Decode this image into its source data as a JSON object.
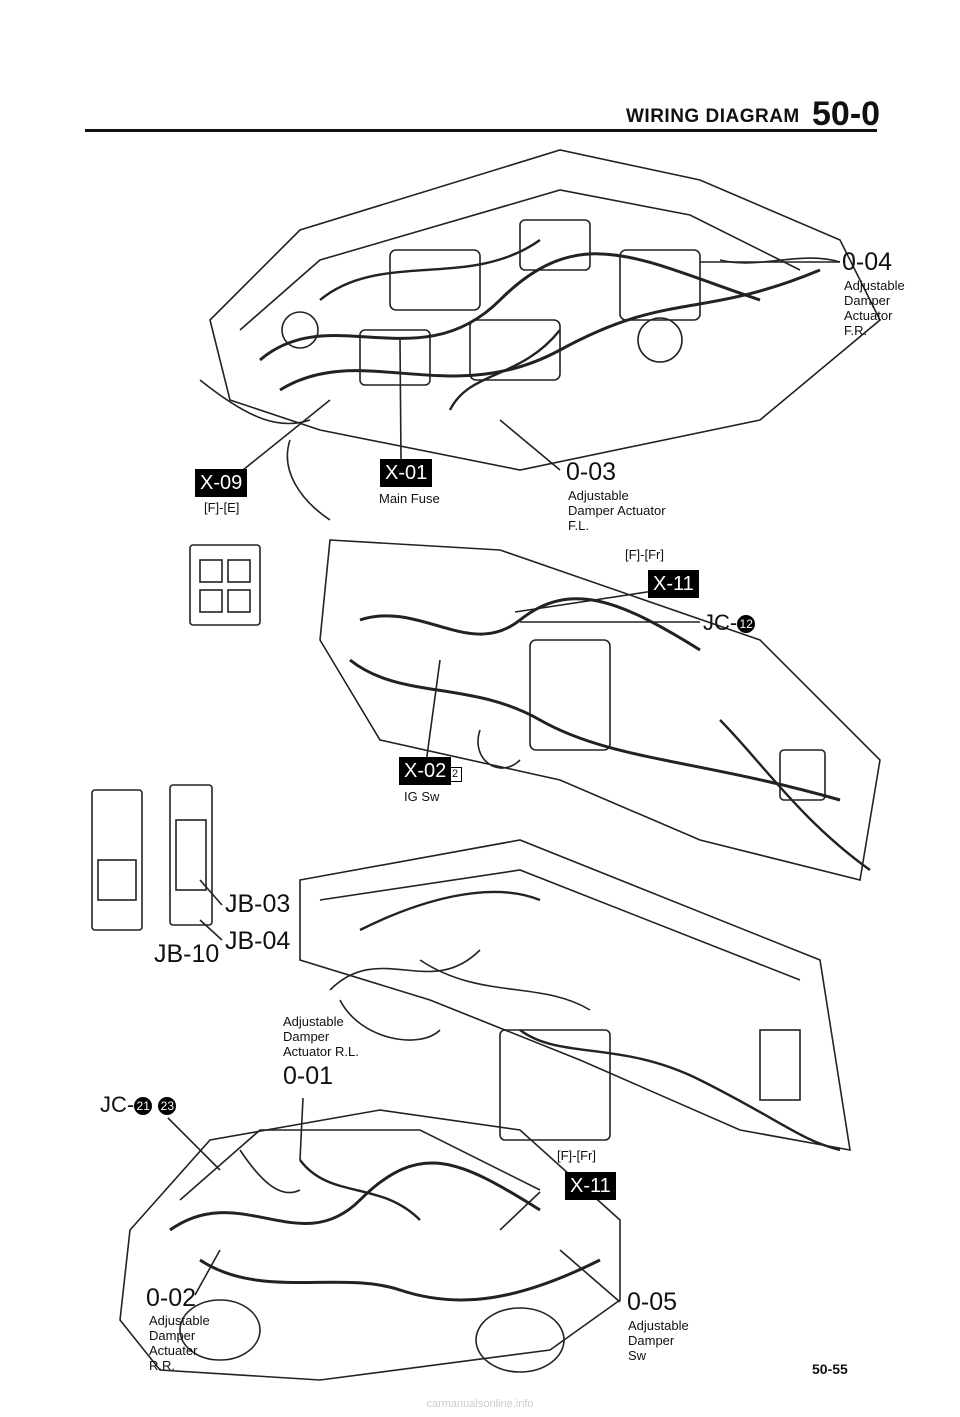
{
  "header": {
    "title": "WIRING DIAGRAM",
    "number": "50-0"
  },
  "labels": {
    "o04": {
      "code": "0-04",
      "desc": [
        "Adjustable",
        "Damper",
        "Actuator",
        "F.R."
      ]
    },
    "o03": {
      "code": "0-03",
      "desc": [
        "Adjustable",
        "Damper Actuator",
        "F.L."
      ]
    },
    "o01": {
      "code": "0-01",
      "desc": [
        "Adjustable",
        "Damper",
        "Actuator R.L."
      ]
    },
    "o02": {
      "code": "0-02",
      "desc": [
        "Adjustable",
        "Damper",
        "Actuater",
        "R.R."
      ]
    },
    "o05": {
      "code": "0-05",
      "desc": [
        "Adjustable",
        "Damper",
        "Sw"
      ]
    },
    "x09": {
      "tag": "X-09",
      "loc": "[F]-[E]"
    },
    "x01": {
      "tag": "X-01",
      "name": "Main Fuse"
    },
    "x11a": {
      "tag": "X-11",
      "loc": "[F]-[Fr]"
    },
    "x11b": {
      "tag": "X-11",
      "loc": "[F]-[Fr]"
    },
    "x02": {
      "tag": "X-02",
      "box": "2",
      "name": "IG Sw"
    },
    "jc12": {
      "prefix": "JC-",
      "num": "12"
    },
    "jc2123": {
      "prefix": "JC-",
      "num1": "21",
      "num2": "23"
    },
    "jb03": "JB-03",
    "jb04": "JB-04",
    "jb10": "JB-10"
  },
  "page_number": "50-55",
  "watermark": "carmanualsonline.info"
}
